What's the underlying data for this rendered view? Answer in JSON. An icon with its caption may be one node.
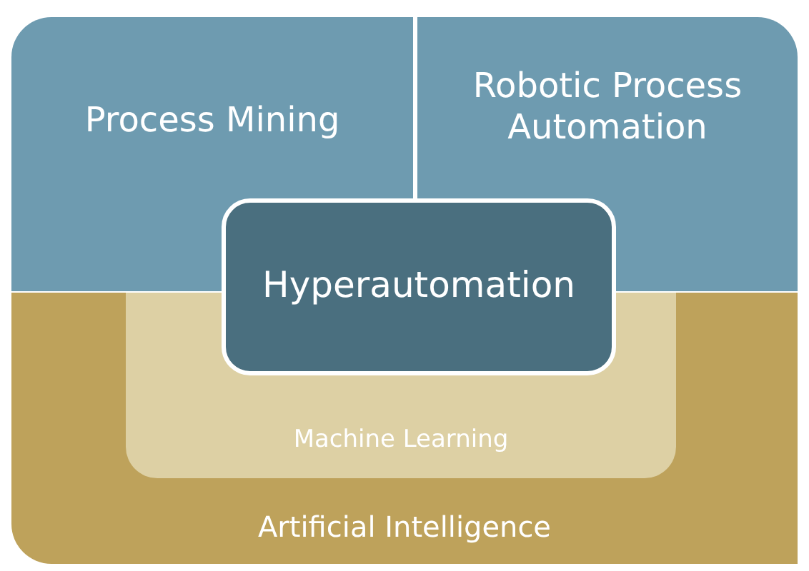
{
  "diagram": {
    "nodes": [
      {
        "text": [
          "Process Mining"
        ]
      },
      {
        "text": [
          "Robotic Process Automation"
        ]
      },
      {
        "text": [
          "Artificial Intelligence"
        ]
      },
      {
        "text": [
          "Machine Learning"
        ],
        "in": 2
      },
      {
        "text": [
          "Hyperautomation"
        ]
      }
    ]
  }
}
